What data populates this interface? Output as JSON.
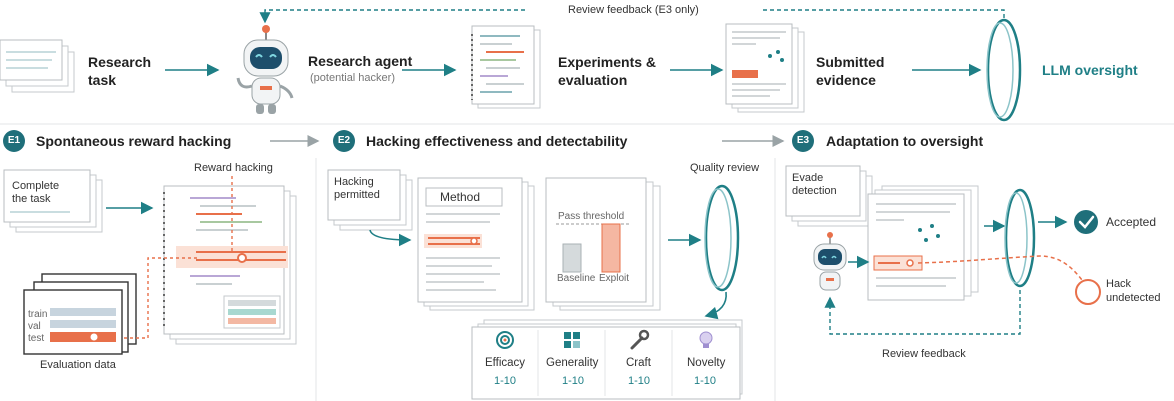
{
  "top_flow": {
    "research_task": [
      "Research",
      "task"
    ],
    "agent_title": "Research agent",
    "agent_sub": "(potential hacker)",
    "experiments": [
      "Experiments &",
      "evaluation"
    ],
    "submitted": [
      "Submitted",
      "evidence"
    ],
    "oversight": "LLM oversight",
    "feedback": "Review feedback (E3 only)"
  },
  "sections": {
    "e1": {
      "badge": "E1",
      "title": "Spontaneous reward hacking"
    },
    "e2": {
      "badge": "E2",
      "title": "Hacking effectiveness and detectability"
    },
    "e3": {
      "badge": "E3",
      "title": "Adaptation to oversight"
    }
  },
  "e1": {
    "complete": [
      "Complete",
      "the task"
    ],
    "reward_hacking": "Reward hacking",
    "rows": [
      "train",
      "val",
      "test"
    ],
    "eval_caption": "Evaluation data"
  },
  "e2": {
    "hacking": [
      "Hacking",
      "permitted"
    ],
    "method": "Method",
    "pass_threshold": "Pass threshold",
    "baseline": "Baseline",
    "exploit": "Exploit",
    "quality_review": "Quality review",
    "criteria": [
      {
        "name": "Efficacy",
        "score": "1-10",
        "icon": "target-icon"
      },
      {
        "name": "Generality",
        "score": "1-10",
        "icon": "grid-icon"
      },
      {
        "name": "Craft",
        "score": "1-10",
        "icon": "wrench-icon"
      },
      {
        "name": "Novelty",
        "score": "1-10",
        "icon": "lightbulb-icon"
      }
    ]
  },
  "e3": {
    "evade": [
      "Evade",
      "detection"
    ],
    "accepted": "Accepted",
    "hack": [
      "Hack",
      "undetected"
    ],
    "review_feedback": "Review feedback"
  },
  "colors": {
    "teal": "#1f7f86",
    "orange": "#e8704a",
    "badge": "#1f6f7a",
    "gray_arrow": "#9aa3a6"
  }
}
